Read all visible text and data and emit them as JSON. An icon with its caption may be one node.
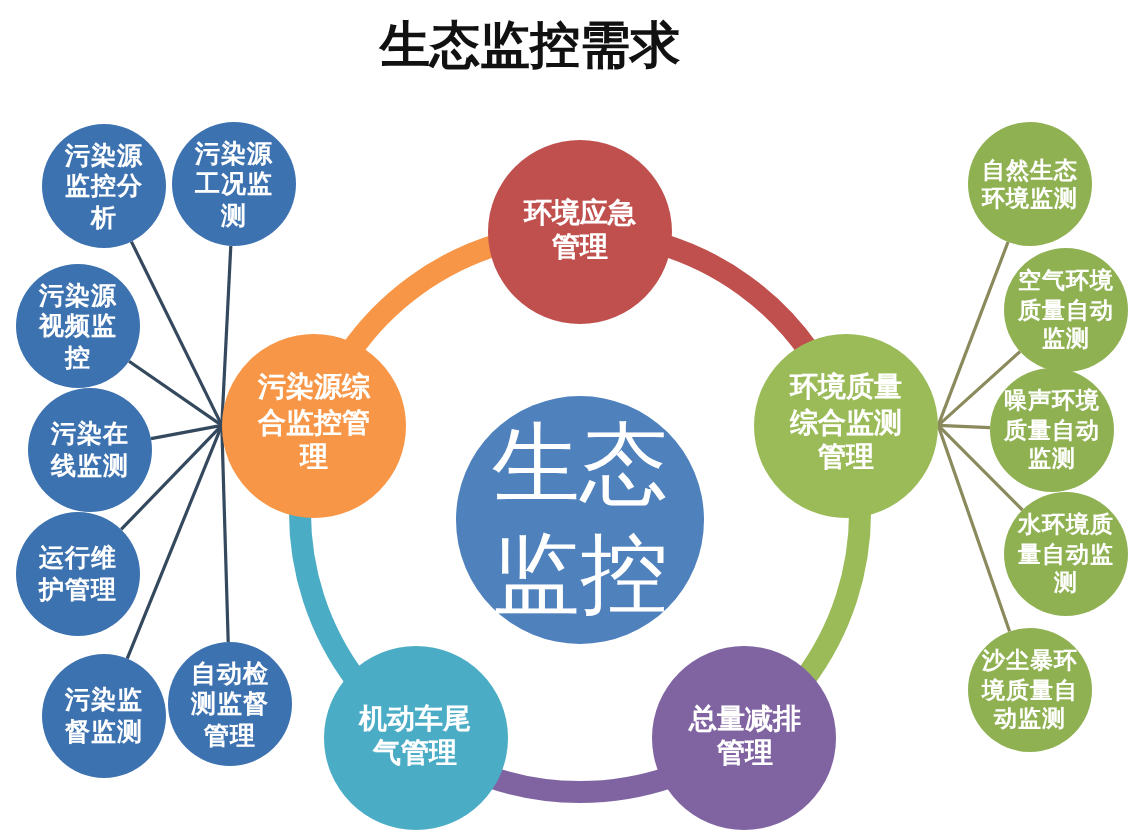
{
  "diagram": {
    "title": "生态监控需求",
    "nodes": [
      {
        "text": [
          "生态监控"
        ]
      },
      {
        "text": [
          "环境应急管理"
        ]
      },
      {
        "text": [
          "环境质量综合监测管理"
        ]
      },
      {
        "text": [
          "总量减排管理"
        ]
      },
      {
        "text": [
          "机动车尾气管理"
        ]
      },
      {
        "text": [
          "污染源综合监控管理"
        ]
      },
      {
        "text": [
          "污染源监控分析"
        ]
      },
      {
        "text": [
          "污染源工况监测"
        ]
      },
      {
        "text": [
          "污染源视频监控"
        ]
      },
      {
        "text": [
          "污染在线监测"
        ]
      },
      {
        "text": [
          "运行维护管理"
        ]
      },
      {
        "text": [
          "污染监督监测"
        ]
      },
      {
        "text": [
          "自动检测监督管理"
        ]
      },
      {
        "text": [
          "自然生态环境监测"
        ]
      },
      {
        "text": [
          "空气环境质量自动监测"
        ]
      },
      {
        "text": [
          "噪声环境质量自动监测"
        ]
      },
      {
        "text": [
          "水环境质量自动监测"
        ]
      },
      {
        "text": [
          "沙尘暴环境质量自动监测"
        ]
      }
    ],
    "edges": [
      {
        "from": 5,
        "to": 1,
        "arrow": "none",
        "style": "thick",
        "color": "#f79646"
      },
      {
        "from": 1,
        "to": 2,
        "arrow": "none",
        "style": "thick",
        "color": "#c0504d"
      },
      {
        "from": 2,
        "to": 3,
        "arrow": "none",
        "style": "thick",
        "color": "#9bbb59"
      },
      {
        "from": 3,
        "to": 4,
        "arrow": "none",
        "style": "thick",
        "color": "#8064a2"
      },
      {
        "from": 4,
        "to": 5,
        "arrow": "none",
        "style": "thick",
        "color": "#4bacc6"
      },
      {
        "from": 5,
        "to": 6,
        "arrow": "none"
      },
      {
        "from": 5,
        "to": 7,
        "arrow": "none"
      },
      {
        "from": 5,
        "to": 8,
        "arrow": "none"
      },
      {
        "from": 5,
        "to": 9,
        "arrow": "none"
      },
      {
        "from": 5,
        "to": 10,
        "arrow": "none"
      },
      {
        "from": 5,
        "to": 11,
        "arrow": "none"
      },
      {
        "from": 5,
        "to": 12,
        "arrow": "none"
      },
      {
        "from": 2,
        "to": 13,
        "arrow": "none",
        "color": "#8a8a5c"
      },
      {
        "from": 2,
        "to": 14,
        "arrow": "none",
        "color": "#8a8a5c"
      },
      {
        "from": 2,
        "to": 15,
        "arrow": "none",
        "color": "#8a8a5c"
      },
      {
        "from": 2,
        "to": 16,
        "arrow": "none",
        "color": "#8a8a5c"
      },
      {
        "from": 2,
        "to": 17,
        "arrow": "none",
        "color": "#8a8a5c"
      }
    ]
  }
}
